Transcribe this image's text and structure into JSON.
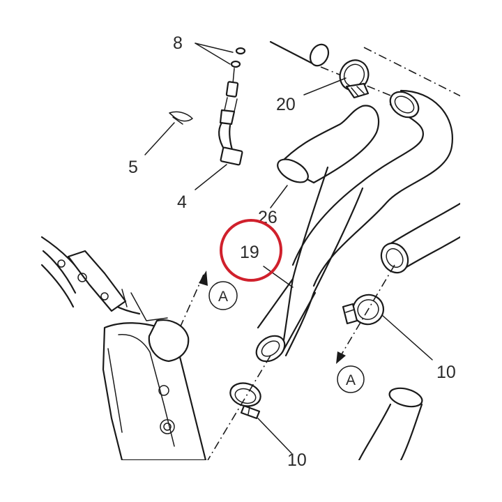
{
  "callouts": {
    "c8": "8",
    "c20": "20",
    "c5": "5",
    "c4": "4",
    "c26": "26",
    "c19": "19",
    "c10_right": "10",
    "c10_bottom": "10"
  },
  "view_markers": {
    "a1": "A",
    "a2": "A"
  },
  "colors": {
    "highlight": "#d0202c",
    "line": "#1a1a1a"
  }
}
